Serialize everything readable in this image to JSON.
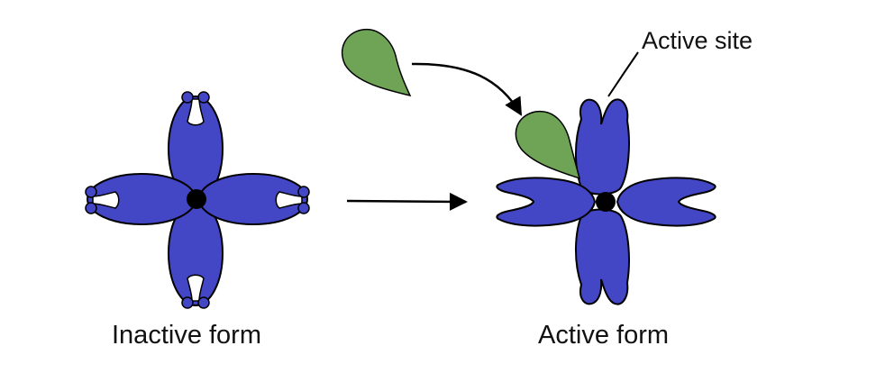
{
  "labels": {
    "inactive_form": "Inactive form",
    "active_form": "Active form",
    "active_site": "Active site"
  },
  "colors": {
    "enzyme_subunit": "#4347C6",
    "substrate": "#6FA356",
    "outline": "#000000",
    "background": "#FFFFFF"
  }
}
